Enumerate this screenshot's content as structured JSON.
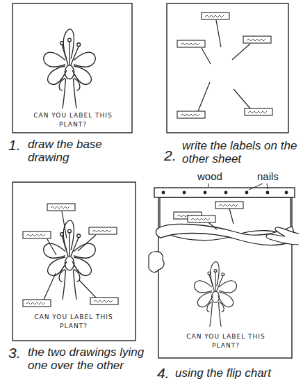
{
  "diagram": {
    "labels": [
      "CAN YOU LABEL THIS PLANT?",
      "1.",
      "draw the base drawing",
      "2.",
      "write the labels on the other sheet",
      "CAN YOU LABEL THIS PLANT?",
      "3.",
      "the two drawings lying one over the other",
      "wood",
      "nails",
      "CAN YOU LABEL THIS PLANT?",
      "4.",
      "using the flip chart"
    ]
  }
}
